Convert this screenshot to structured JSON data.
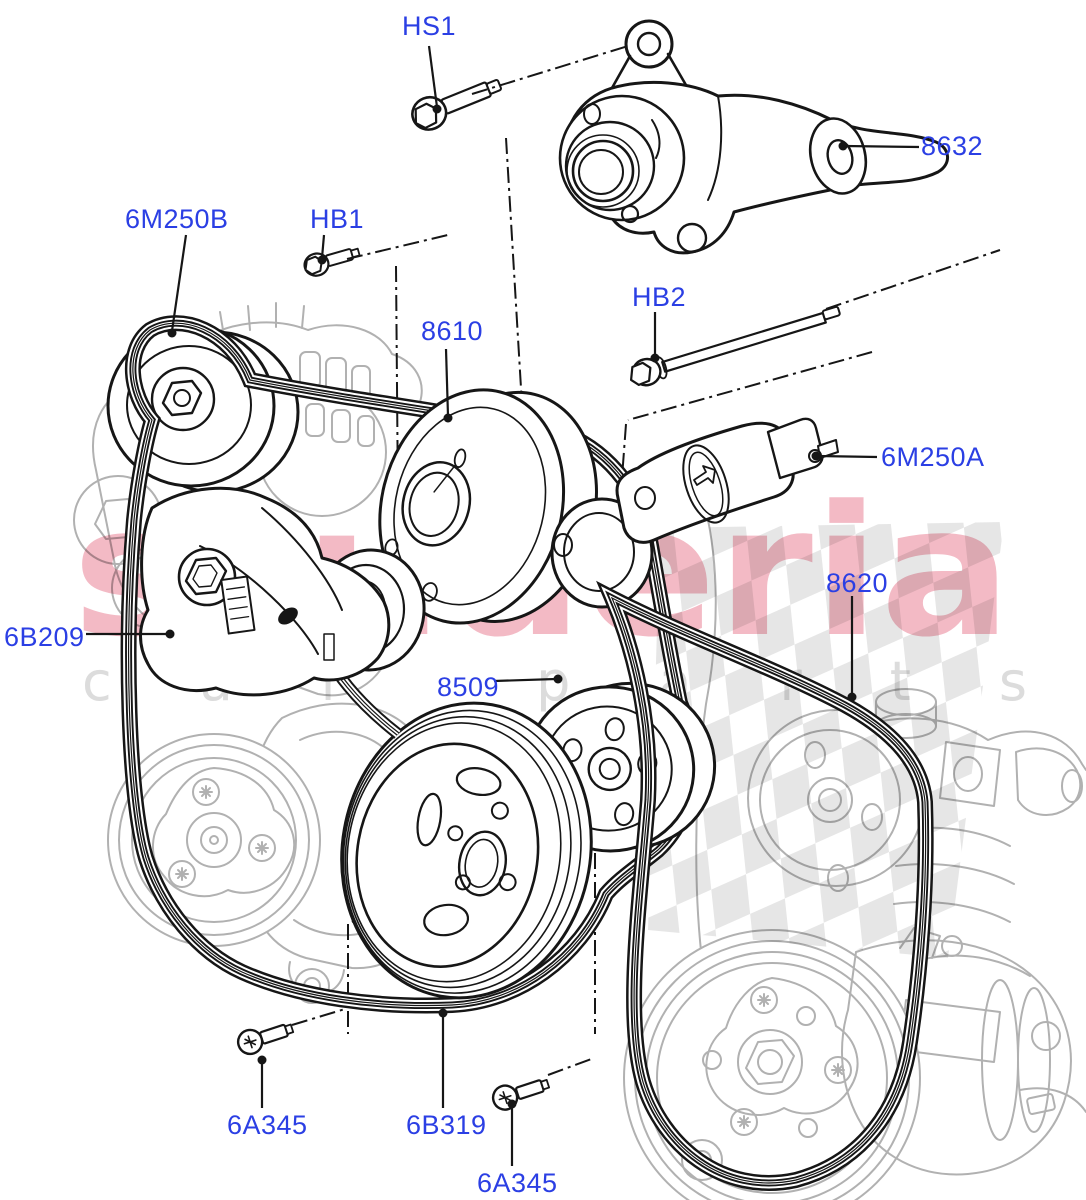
{
  "watermark": {
    "brand": "scuderia",
    "tagline": "car parts"
  },
  "colors": {
    "label": "#2B3FE4",
    "foreground_line": "#161616",
    "background_line": "#B1B1B1",
    "watermark_pink": "#F3BAC5",
    "watermark_gray": "#DCDCDC",
    "checker_gray": "#E6E6E6"
  },
  "callouts": {
    "hs1": "HS1",
    "p8632": "8632",
    "p6m250b": "6M250B",
    "hb1": "HB1",
    "p8610": "8610",
    "hb2": "HB2",
    "p6m250a": "6M250A",
    "p8620": "8620",
    "p6b209": "6B209",
    "p8509": "8509",
    "p6a345_left": "6A345",
    "p6b319": "6B319",
    "p6a345_right": "6A345"
  }
}
